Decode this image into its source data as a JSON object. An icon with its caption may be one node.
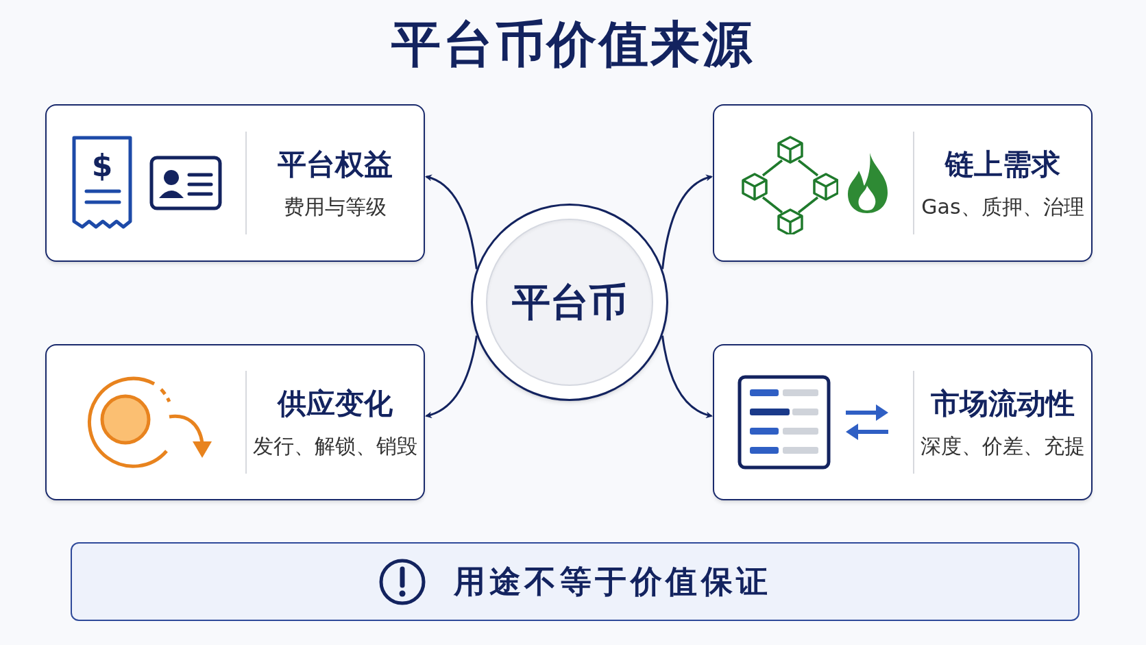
{
  "diagram": {
    "title": "平台币价值来源",
    "nodes": [
      {
        "text": [
          "平台币"
        ]
      },
      {
        "text": [
          "平台权益",
          "费用与等级"
        ]
      },
      {
        "text": [
          "链上需求",
          "Gas、质押、治理"
        ]
      },
      {
        "text": [
          "供应变化",
          "发行、解锁、销毁"
        ]
      },
      {
        "text": [
          "市场流动性",
          "深度、价差、充提"
        ]
      },
      {
        "text": [
          "用途不等于价值保证"
        ]
      }
    ],
    "edges": [
      {
        "from": 0,
        "to": 1,
        "arrow": "to"
      },
      {
        "from": 0,
        "to": 2,
        "arrow": "to"
      },
      {
        "from": 0,
        "to": 3,
        "arrow": "to"
      },
      {
        "from": 0,
        "to": 4,
        "arrow": "to"
      }
    ],
    "labels": [
      "$"
    ]
  }
}
